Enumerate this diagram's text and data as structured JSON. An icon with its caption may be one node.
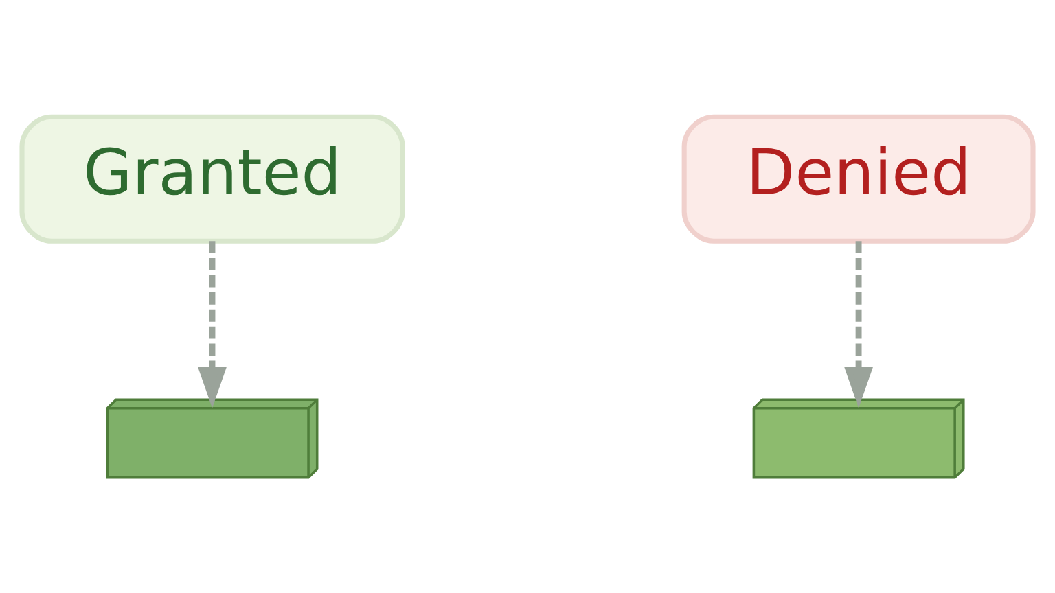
{
  "diagram": {
    "nodes": [
      {
        "text": [
          "Granted"
        ]
      },
      {
        "text": [
          "Denied"
        ]
      },
      {
        "text": [],
        "shape": "picture"
      },
      {
        "text": [],
        "shape": "picture"
      }
    ],
    "edges": [
      {
        "from": 0,
        "to": 2,
        "arrow": "to",
        "style": "dashed"
      },
      {
        "from": 1,
        "to": 3,
        "arrow": "to",
        "style": "dashed"
      }
    ]
  }
}
